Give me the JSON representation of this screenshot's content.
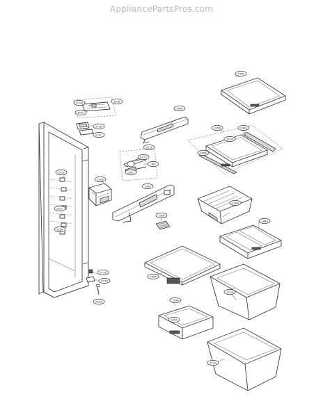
{
  "watermark": "AppliancePartsPros.com",
  "labels": {
    "p1": "140A",
    "p2": "301B",
    "p3": "301D",
    "p4": "301C",
    "p5": "271B",
    "p6": "271C",
    "p7": "150A",
    "p8": "301E",
    "p9": "301C",
    "p10": "300",
    "p11": "145B",
    "p12": "145A",
    "p13": "280A",
    "p14": "301A",
    "p15": "280C",
    "p16": "301E",
    "p17": "301C",
    "p18": "120B",
    "p19": "120A",
    "p20": "135A",
    "p21": "290A",
    "p22": "150A",
    "p23": "146A",
    "p24": "271A",
    "p25": "271B",
    "p26": "150A",
    "p27": "301A",
    "p28": "154A",
    "p29": "151A",
    "p30": "160A",
    "p31": "151B"
  }
}
